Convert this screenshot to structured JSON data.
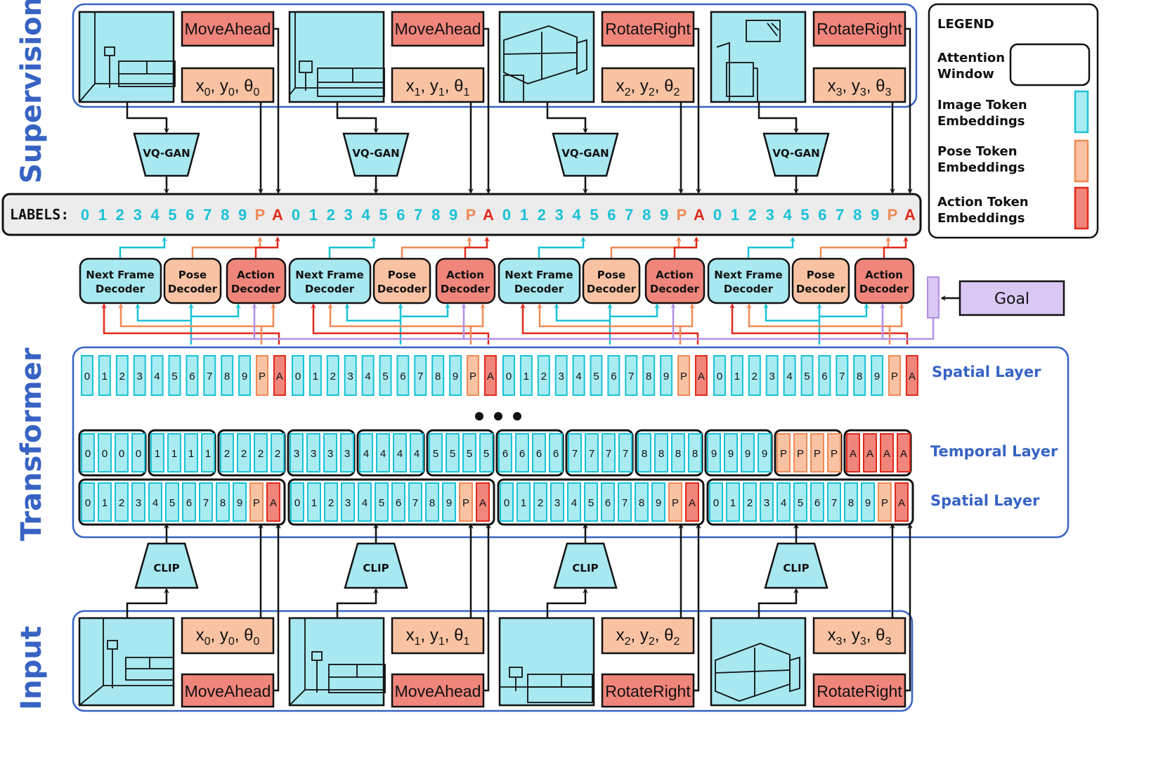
{
  "section_labels": {
    "supervision": "Supervision",
    "transformer": "Transformer",
    "input": "Input"
  },
  "legend": {
    "title": "LEGEND",
    "attention_window": "Attention\nWindow",
    "image_tokens": "Image Token\nEmbeddings",
    "pose_tokens": "Pose Token\nEmbeddings",
    "action_tokens": "Action Token\nEmbeddings"
  },
  "labels_bar": {
    "prefix": "LABELS:",
    "tokens": [
      "0",
      "1",
      "2",
      "3",
      "4",
      "5",
      "6",
      "7",
      "8",
      "9",
      "P",
      "A"
    ]
  },
  "frames": [
    {
      "action": "MoveAhead",
      "pose": {
        "x": "x",
        "y": "y",
        "theta": "θ",
        "sub": "0"
      }
    },
    {
      "action": "MoveAhead",
      "pose": {
        "x": "x",
        "y": "y",
        "theta": "θ",
        "sub": "1"
      }
    },
    {
      "action": "RotateRight",
      "pose": {
        "x": "x",
        "y": "y",
        "theta": "θ",
        "sub": "2"
      }
    },
    {
      "action": "RotateRight",
      "pose": {
        "x": "x",
        "y": "y",
        "theta": "θ",
        "sub": "3"
      }
    }
  ],
  "encoders": {
    "supervision": "VQ-GAN",
    "input": "CLIP"
  },
  "decoders": {
    "next_frame": "Next Frame\nDecoder",
    "pose": "Pose\nDecoder",
    "action": "Action\nDecoder"
  },
  "goal": "Goal",
  "layers": {
    "spatial_top": "Spatial Layer",
    "temporal": "Temporal Layer",
    "spatial_bottom": "Spatial Layer"
  },
  "token_sequence": [
    "0",
    "1",
    "2",
    "3",
    "4",
    "5",
    "6",
    "7",
    "8",
    "9",
    "P",
    "A"
  ],
  "colors": {
    "image_token": "#a8ecf2",
    "image_token_stroke": "#19c2d6",
    "pose_token": "#f9c3a3",
    "pose_token_stroke": "#ef8a54",
    "action_token": "#f0857b",
    "action_token_stroke": "#e02a1a",
    "blue_label": "#3763c4",
    "goal_fill": "#d8c8f3",
    "goal_stroke": "#b28fe8",
    "image_fill": "#a8e8f0"
  }
}
